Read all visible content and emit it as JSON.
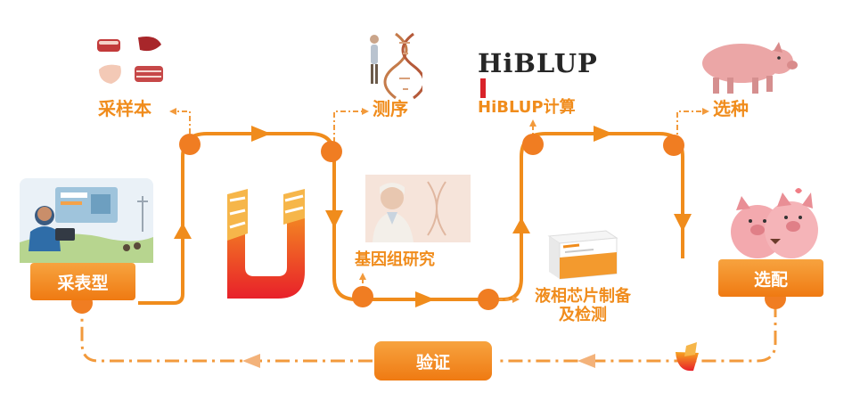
{
  "steps": {
    "phenotype": "采表型",
    "sample": "采样本",
    "sequencing": "测序",
    "genome_research": "基因组研究",
    "hiblup_calc": "HiBLUP计算",
    "chip_line1": "液相芯片制备",
    "chip_line2": "及检测",
    "select": "选种",
    "mating": "选配",
    "verify": "验证"
  },
  "logo": {
    "brand": "HiBLUP"
  },
  "colors": {
    "main": "#f08c1c",
    "node": "#f07d22",
    "box_top": "#f7a33f",
    "box_bottom": "#ef7a12",
    "dashed": "#f29a3c"
  },
  "icons": [
    "meat-samples-icon",
    "dna-icon",
    "hiblup-logo",
    "pig-icon",
    "farmer-tablet-icon",
    "scientist-icon",
    "chip-kit-box-icon",
    "mating-pigs-icon",
    "company-logo",
    "small-logo-icon"
  ]
}
